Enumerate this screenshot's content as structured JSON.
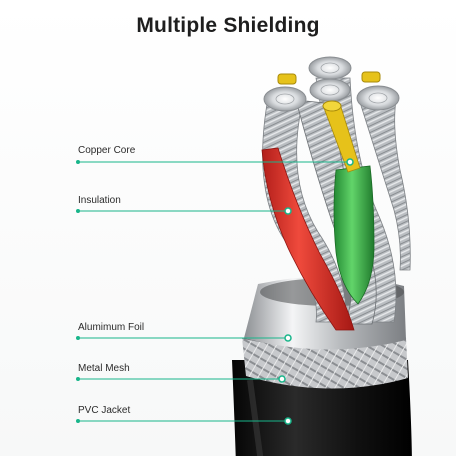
{
  "title": "Multiple Shielding",
  "layers": [
    {
      "id": "copper-core",
      "label": "Copper Core"
    },
    {
      "id": "insulation",
      "label": "Insulation"
    },
    {
      "id": "aluminum-foil",
      "label": "Alumimum Foil"
    },
    {
      "id": "metal-mesh",
      "label": "Metal Mesh"
    },
    {
      "id": "pvc-jacket",
      "label": "PVC Jacket"
    }
  ],
  "colors": {
    "accent": "#18b58a",
    "red_wire": "#e0332d",
    "green_wire": "#3db84a",
    "copper": "#e6c21a",
    "jacket": "#151515",
    "foil": "#c9cccf"
  }
}
